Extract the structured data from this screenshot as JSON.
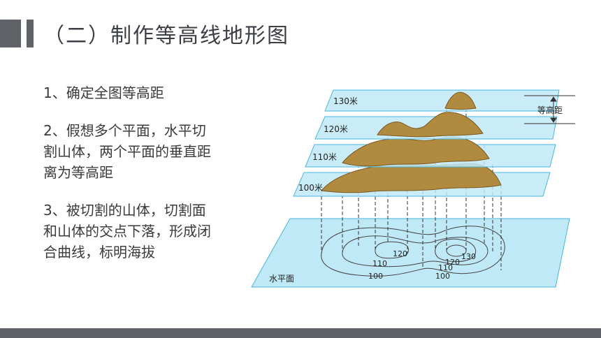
{
  "title": "（二）制作等高线地形图",
  "steps": [
    {
      "lines": [
        "1、确定全图等高距"
      ]
    },
    {
      "lines": [
        "2、假想多个平面，水平切",
        "割山体，两个平面的垂直距",
        "离为等高距"
      ]
    },
    {
      "lines": [
        "3、被切割的山体，切割面",
        "和山体的交点下落，形成闭",
        "合曲线，标明海拔"
      ]
    }
  ],
  "diagram": {
    "plane_labels": [
      "130米",
      "120米",
      "110米",
      "100米"
    ],
    "interval_label": "等高距",
    "base_label": "水平面",
    "contour_labels": [
      "120",
      "130",
      "120",
      "110",
      "110",
      "100",
      "100"
    ]
  },
  "colors": {
    "plane": "#bfe9f7",
    "plane_edge": "#4ab6dc",
    "mountain": "#b08a3e",
    "dark_bar": "#5f6266"
  }
}
